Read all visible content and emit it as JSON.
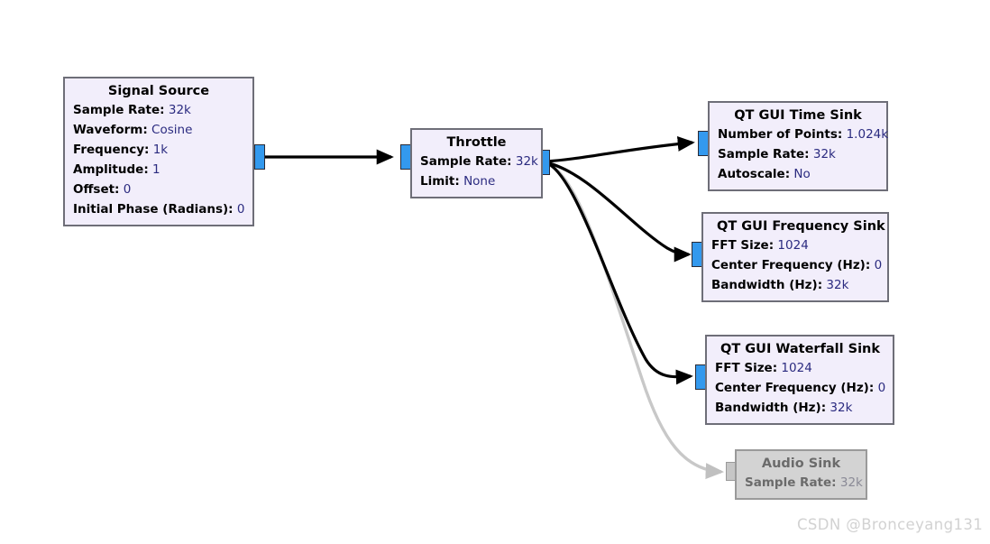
{
  "canvas": {
    "background": "#ffffff",
    "block_fill": "#f2eefb",
    "block_border": "#6e6e78",
    "port_color": "#3399ee",
    "disabled_fill": "#d3d3d3",
    "disabled_border": "#9a9a9a",
    "wire_color": "#000000",
    "disabled_wire_color": "#c8c8c8"
  },
  "blocks": [
    {
      "id": "signal-source",
      "title": "Signal Source",
      "enabled": true,
      "params": [
        {
          "key": "Sample Rate:",
          "value": "32k"
        },
        {
          "key": "Waveform:",
          "value": "Cosine"
        },
        {
          "key": "Frequency:",
          "value": "1k"
        },
        {
          "key": "Amplitude:",
          "value": "1"
        },
        {
          "key": "Offset:",
          "value": "0"
        },
        {
          "key": "Initial Phase (Radians):",
          "value": "0"
        }
      ]
    },
    {
      "id": "throttle",
      "title": "Throttle",
      "enabled": true,
      "params": [
        {
          "key": "Sample Rate:",
          "value": "32k"
        },
        {
          "key": "Limit:",
          "value": "None"
        }
      ]
    },
    {
      "id": "qt-gui-time-sink",
      "title": "QT GUI Time Sink",
      "enabled": true,
      "params": [
        {
          "key": "Number of Points:",
          "value": "1.024k"
        },
        {
          "key": "Sample Rate:",
          "value": "32k"
        },
        {
          "key": "Autoscale:",
          "value": "No"
        }
      ]
    },
    {
      "id": "qt-gui-frequency-sink",
      "title": "QT GUI Frequency Sink",
      "enabled": true,
      "params": [
        {
          "key": "FFT Size:",
          "value": "1024"
        },
        {
          "key": "Center Frequency (Hz):",
          "value": "0"
        },
        {
          "key": "Bandwidth (Hz):",
          "value": "32k"
        }
      ]
    },
    {
      "id": "qt-gui-waterfall-sink",
      "title": "QT GUI Waterfall Sink",
      "enabled": true,
      "params": [
        {
          "key": "FFT Size:",
          "value": "1024"
        },
        {
          "key": "Center Frequency (Hz):",
          "value": "0"
        },
        {
          "key": "Bandwidth (Hz):",
          "value": "32k"
        }
      ]
    },
    {
      "id": "audio-sink",
      "title": "Audio Sink",
      "enabled": false,
      "params": [
        {
          "key": "Sample Rate:",
          "value": "32k"
        }
      ]
    }
  ],
  "connections": [
    {
      "id": "signal-source-to-throttle",
      "from": "signal-source",
      "to": "throttle",
      "enabled": true
    },
    {
      "id": "throttle-to-time-sink",
      "from": "throttle",
      "to": "qt-gui-time-sink",
      "enabled": true
    },
    {
      "id": "throttle-to-frequency-sink",
      "from": "throttle",
      "to": "qt-gui-frequency-sink",
      "enabled": true
    },
    {
      "id": "throttle-to-waterfall-sink",
      "from": "throttle",
      "to": "qt-gui-waterfall-sink",
      "enabled": true
    },
    {
      "id": "throttle-to-audio-sink",
      "from": "throttle",
      "to": "audio-sink",
      "enabled": false
    }
  ],
  "watermark": {
    "text": "CSDN @Bronceyang131"
  }
}
